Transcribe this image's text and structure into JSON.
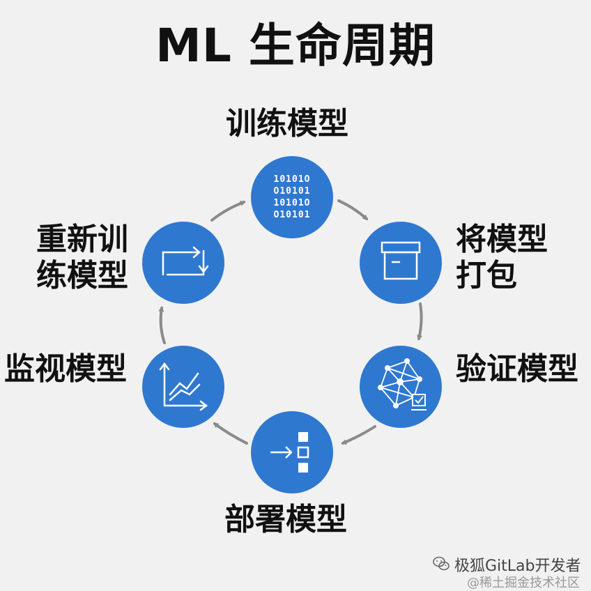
{
  "title": "ML 生命周期",
  "steps": {
    "train": {
      "label": "训练模型",
      "icon": "binary-data-icon",
      "binary_lines": [
        "10101O",
        "O10101",
        "10101O",
        "O10101"
      ]
    },
    "package": {
      "label_line1": "将模型",
      "label_line2": "打包",
      "icon": "package-box-icon"
    },
    "validate": {
      "label": "验证模型",
      "icon": "network-validation-icon"
    },
    "deploy": {
      "label": "部署模型",
      "icon": "deploy-arrow-icon"
    },
    "monitor": {
      "label": "监视模型",
      "icon": "line-chart-icon"
    },
    "retrain": {
      "label_line1": "重新训",
      "label_line2": "练模型",
      "icon": "retrain-loop-icon"
    }
  },
  "watermark": {
    "name": "极狐GitLab开发者",
    "sub": "@稀土掘金技术社区",
    "icon": "wechat-icon"
  },
  "colors": {
    "node": "#2f78d0",
    "arrow": "#8a8a8a",
    "text": "#111111",
    "background": "#f1f1f1"
  }
}
